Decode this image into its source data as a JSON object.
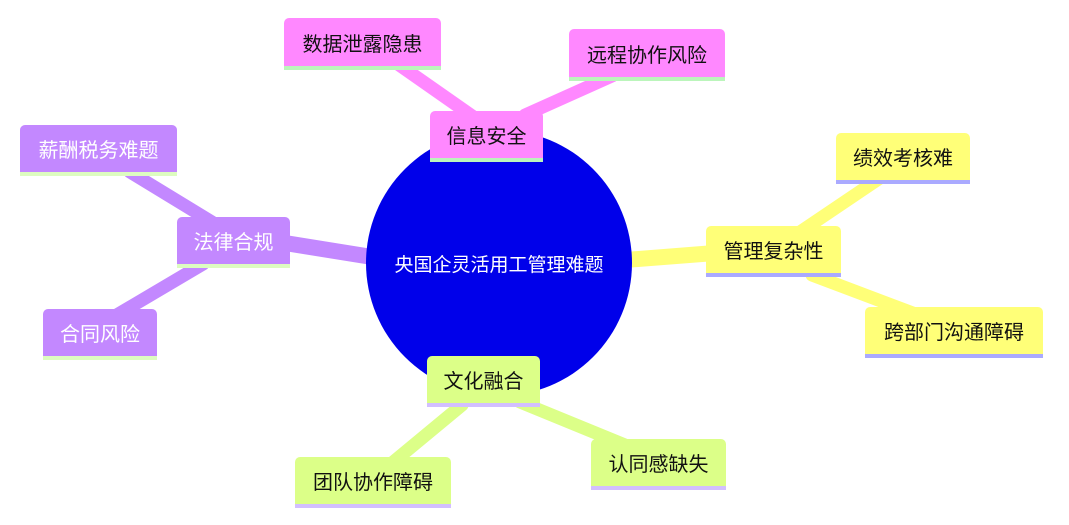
{
  "root": {
    "label": "央国企灵活用工管理难题",
    "color": "#0000ea"
  },
  "branches": [
    {
      "label": "信息安全",
      "color": "#ff88ff",
      "children": [
        "数据泄露隐患",
        "远程协作风险"
      ]
    },
    {
      "label": "管理复杂性",
      "color": "#ffff78",
      "children": [
        "绩效考核难",
        "跨部门沟通障碍"
      ]
    },
    {
      "label": "法律合规",
      "color": "#c388ff",
      "children": [
        "薪酬税务难题",
        "合同风险"
      ]
    },
    {
      "label": "文化融合",
      "color": "#dcff88",
      "children": [
        "团队协作障碍",
        "认同感缺失"
      ]
    }
  ]
}
